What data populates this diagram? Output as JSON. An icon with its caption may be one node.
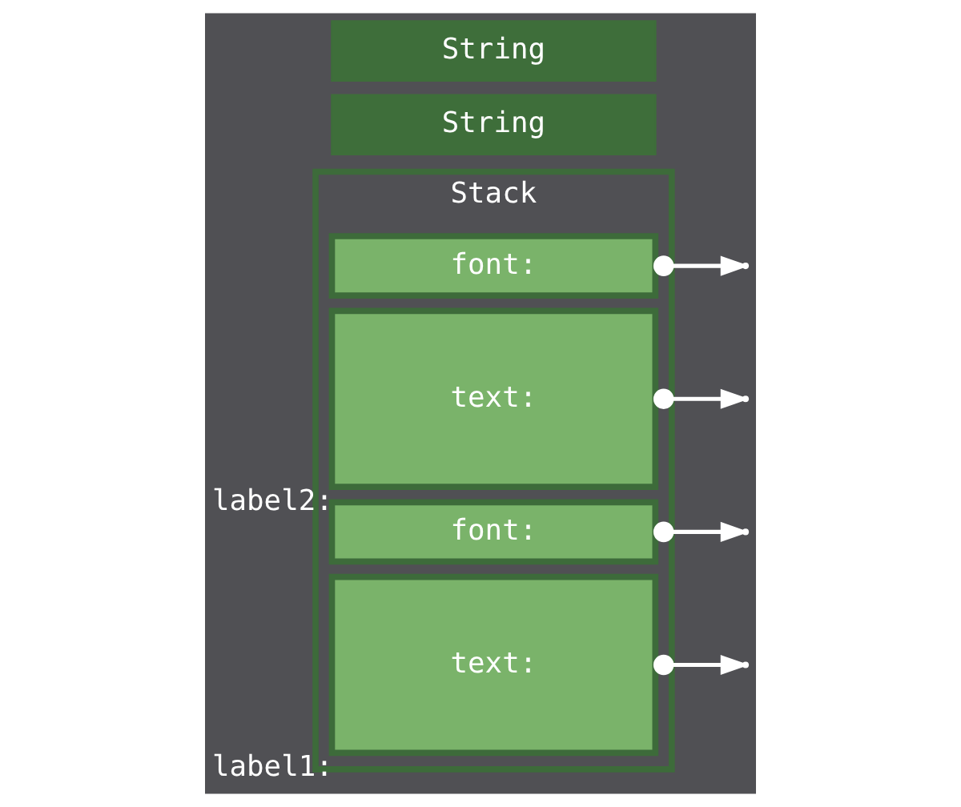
{
  "diagram": {
    "nodes": [
      {
        "text": [
          "Stack"
        ]
      },
      {
        "text": [
          "text:"
        ],
        "in": 0,
        "beside": [
          "label1:"
        ]
      },
      {
        "text": [
          "font:"
        ],
        "in": 0
      },
      {
        "text": [
          "text:"
        ],
        "in": 0,
        "beside": [
          "label2:"
        ]
      },
      {
        "text": [
          "font:"
        ],
        "in": 0
      },
      {
        "text": [
          "String"
        ]
      },
      {
        "text": [
          "String"
        ]
      }
    ],
    "edges": [
      {
        "from": 1,
        "to": null,
        "arrow": "to"
      },
      {
        "from": 2,
        "to": null,
        "arrow": "to"
      },
      {
        "from": 3,
        "to": null,
        "arrow": "to"
      },
      {
        "from": 4,
        "to": null,
        "arrow": "to"
      }
    ]
  }
}
